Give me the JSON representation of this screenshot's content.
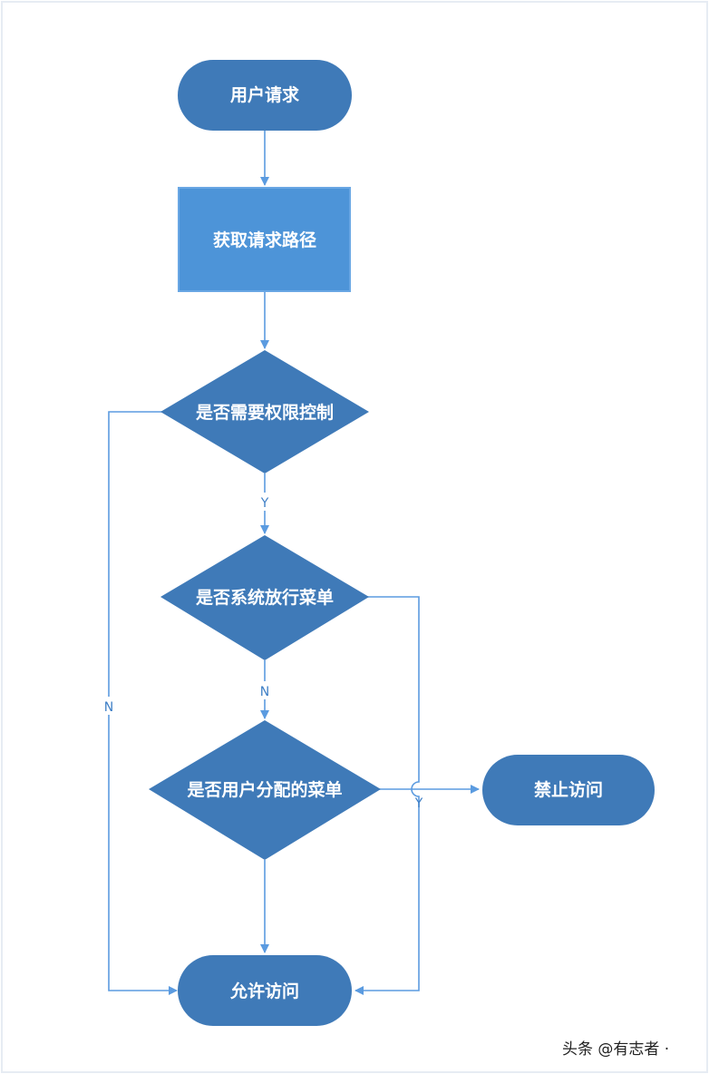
{
  "colors": {
    "node_fill": "#3f7ab8",
    "process_fill": "#4d94d8",
    "process_border": "#6aa7e4",
    "edge": "#5b9be0",
    "border": "#e6ecf3"
  },
  "nodes": {
    "start": {
      "label": "用户请求"
    },
    "get_path": {
      "label": "获取请求路径"
    },
    "need_permission": {
      "label": "是否需要权限控制"
    },
    "system_allowed_menu": {
      "label": "是否系统放行菜单"
    },
    "user_assigned_menu": {
      "label": "是否用户分配的菜单"
    },
    "deny": {
      "label": "禁止访问"
    },
    "allow": {
      "label": "允许访问"
    }
  },
  "edges": {
    "need_permission_yes": "Y",
    "need_permission_no": "N",
    "system_allowed_no": "N",
    "user_assigned_yes": "Y"
  },
  "watermark": "头条 @有志者 ·"
}
